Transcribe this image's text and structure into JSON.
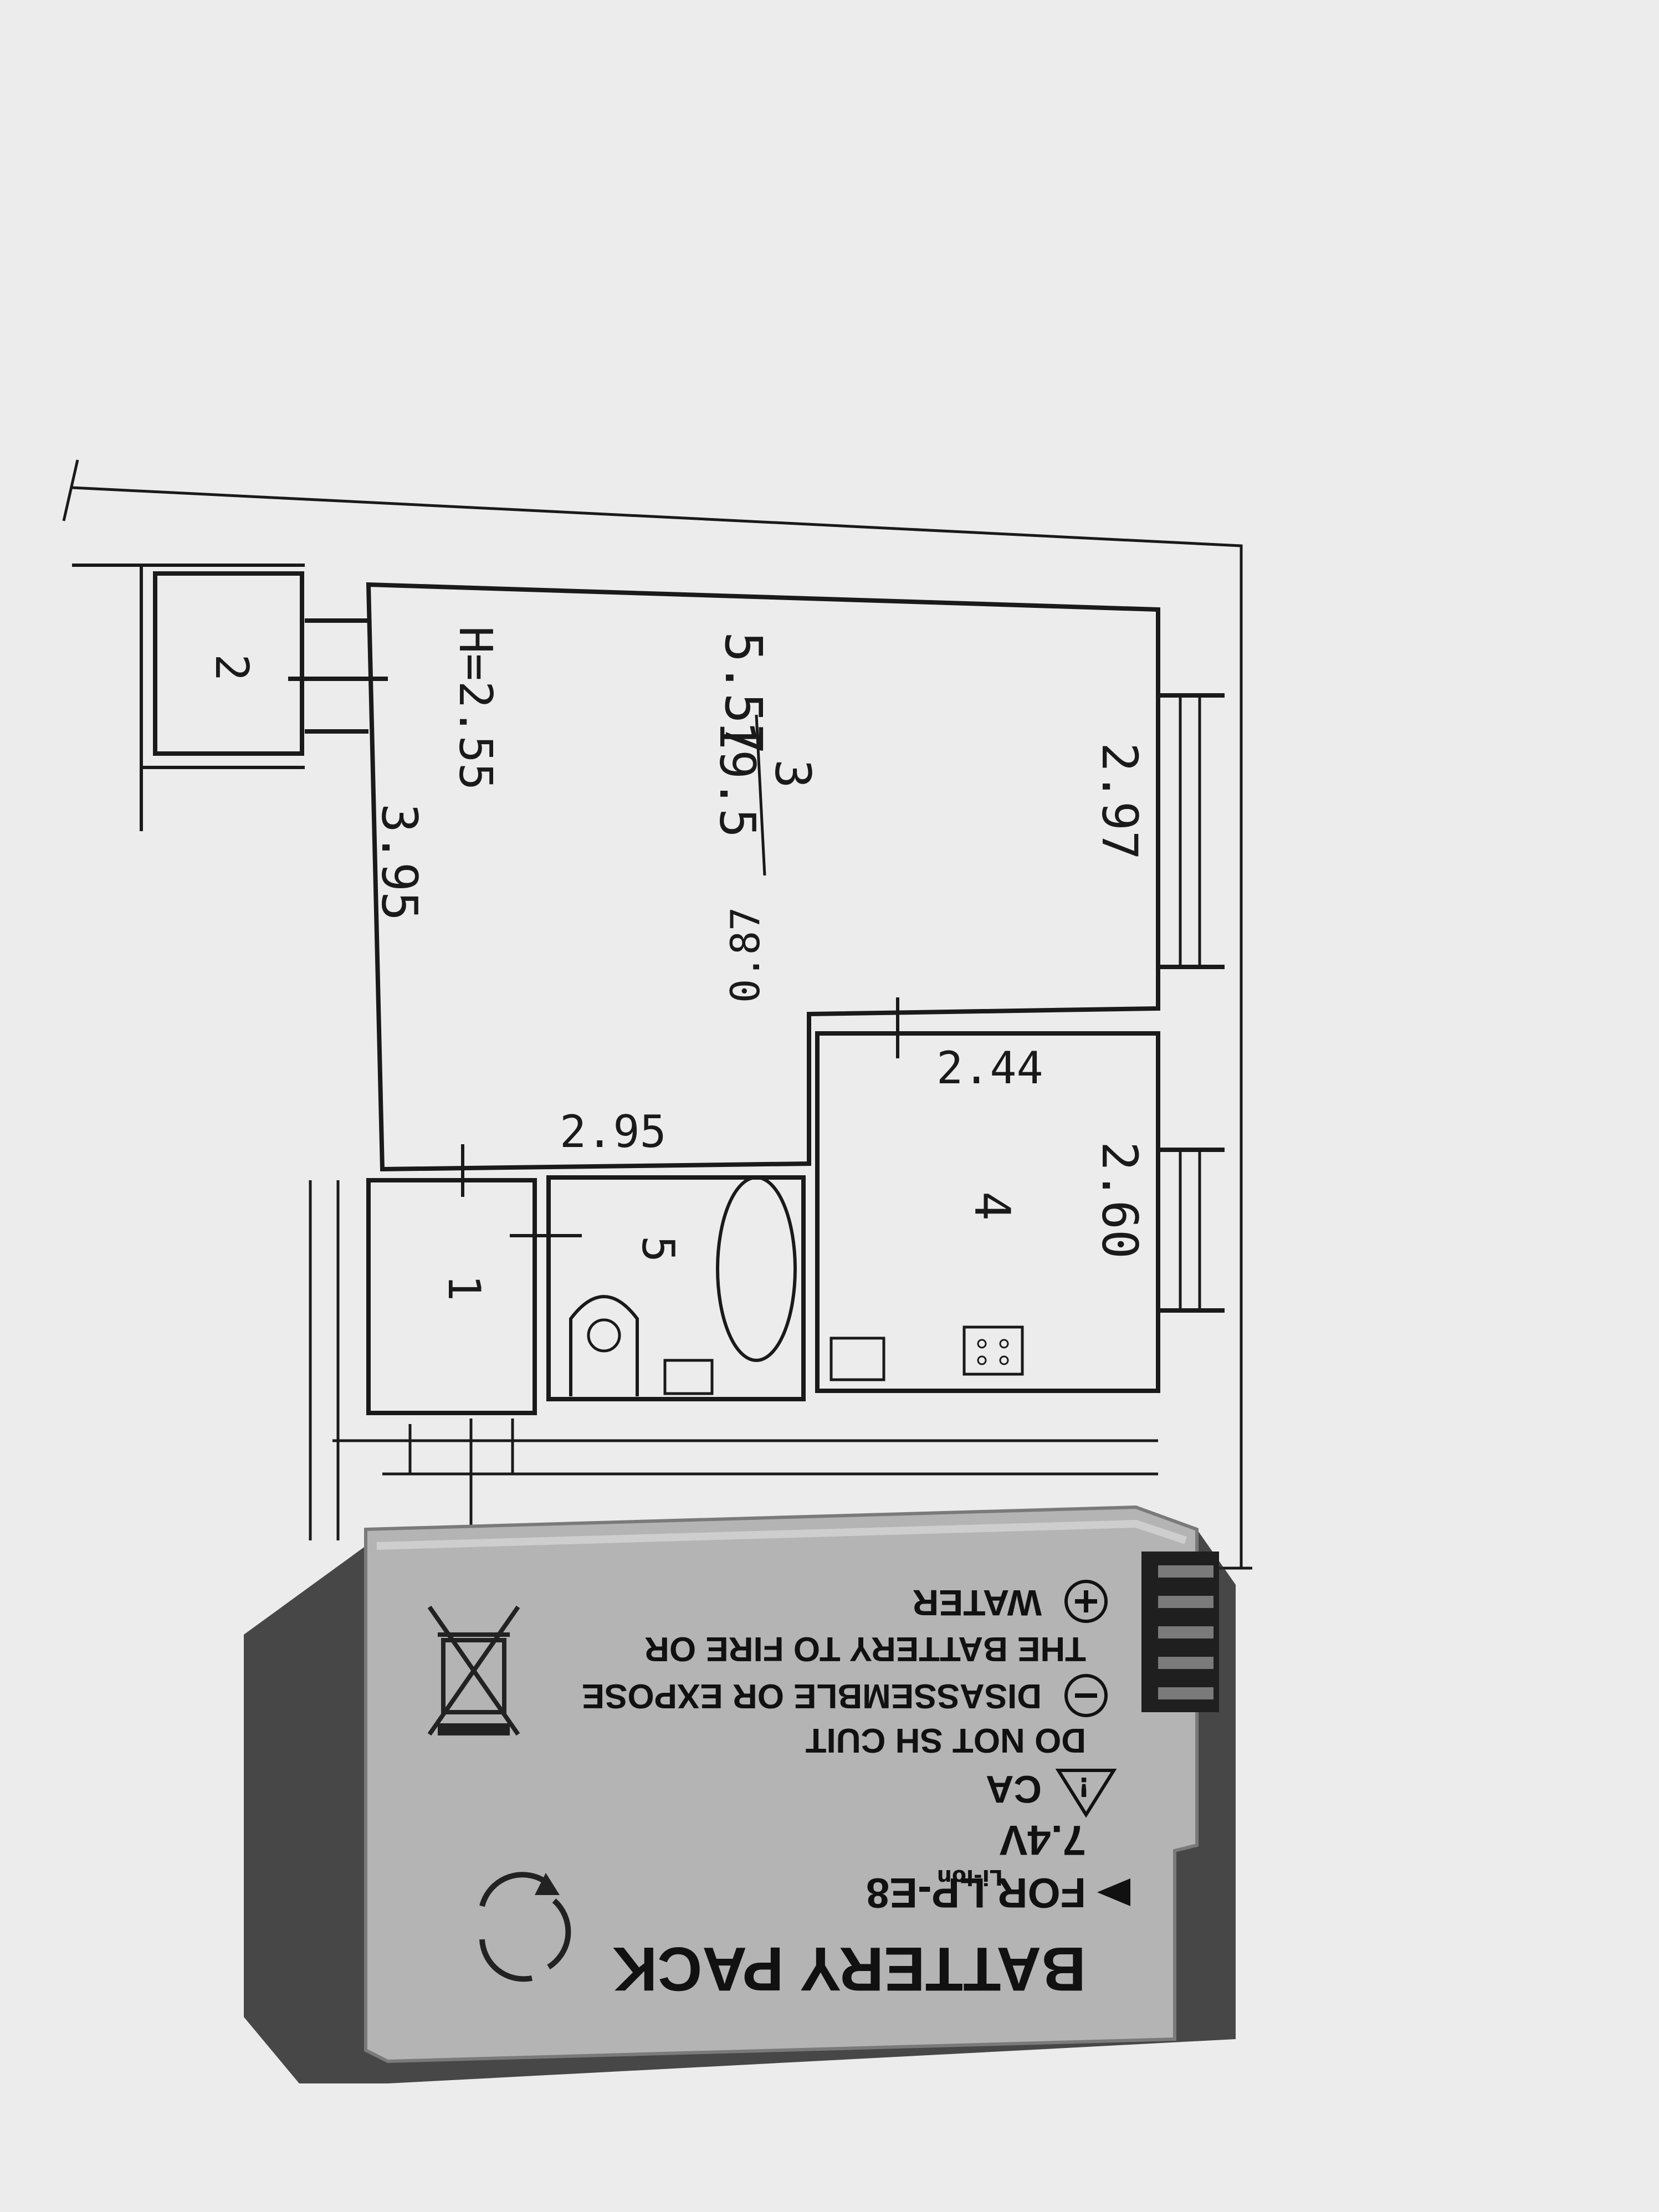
{
  "colors": {
    "paper": "#ececec",
    "ink": "#1a1a1a",
    "battery_body": "#b4b4b4",
    "battery_text": "#111111"
  },
  "plan": {
    "room_numbers": {
      "r1": "1",
      "r2": "2",
      "r3": "3",
      "r4": "4",
      "r5": "5"
    },
    "area_r3": "19.5",
    "ceiling_height": "H=2.55",
    "dimensions": {
      "top": "5.57",
      "right_upper": "2.97",
      "right_lower": "2.60",
      "left": "3.95",
      "bottom_inner": "2.95",
      "small_vertical": "0.87",
      "kitchen_width": "2.44"
    }
  },
  "battery": {
    "title": "BATTERY PACK",
    "model": "FOR LP-E8",
    "spec": "7.4V",
    "chem": "Li-ion",
    "warnings": [
      "CA",
      "DO NOT SH        CUIT",
      "DISASSEMBLE OR EXPOSE",
      "THE BATTERY TO FIRE OR",
      "WATER"
    ],
    "icons": [
      "plus-icon",
      "minus-icon",
      "warning-icon",
      "recycle-icon",
      "crossed-bin-icon"
    ]
  }
}
